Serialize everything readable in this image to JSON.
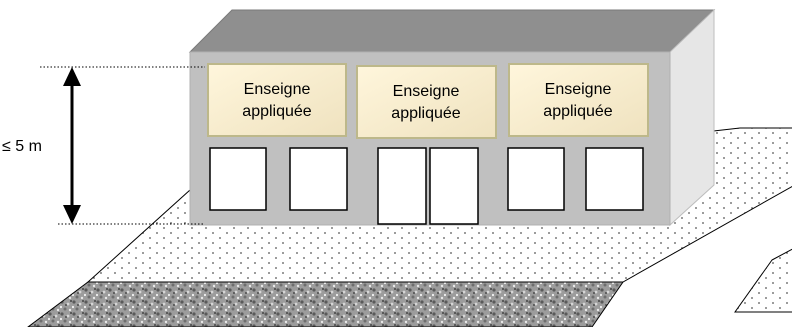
{
  "height_label": "≤ 5 m",
  "signs": [
    {
      "line1": "Enseigne",
      "line2": "appliquée"
    },
    {
      "line1": "Enseigne",
      "line2": "appliquée"
    },
    {
      "line1": "Enseigne",
      "line2": "appliquée"
    }
  ],
  "colors": {
    "facade": "#c0c0c0",
    "roof": "#8f8f8f",
    "side": "#e6e6e6",
    "sign_fill": "#f5e9c9",
    "sign_edge": "#c8c48a",
    "sidewalk": "#ffffff",
    "sidewalk_dots": "#6a6a6a",
    "road": "#9a9a9a"
  }
}
